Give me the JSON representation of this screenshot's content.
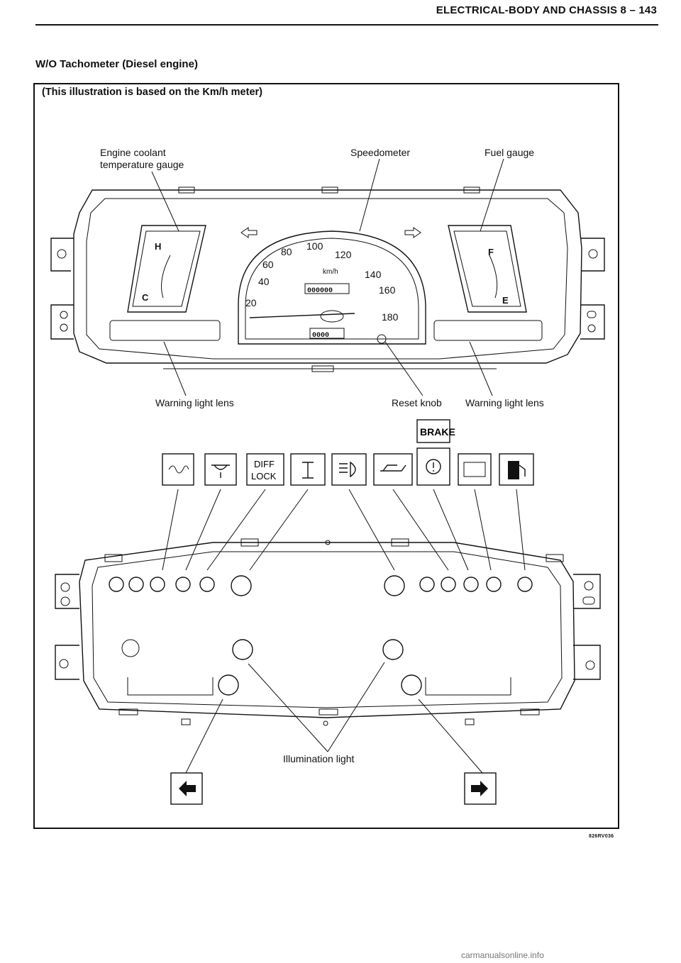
{
  "header": {
    "title": "ELECTRICAL-BODY AND CHASSIS 8 – 143"
  },
  "section": {
    "title": "W/O Tachometer (Diesel engine)"
  },
  "note": "(This illustration is based on the Km/h meter)",
  "labels": {
    "engine_coolant_line1": "Engine coolant",
    "engine_coolant_line2": "temperature gauge",
    "speedometer": "Speedometer",
    "fuel_gauge": "Fuel gauge",
    "warning_lens_left": "Warning light lens",
    "reset_knob": "Reset knob",
    "warning_lens_right": "Warning light lens",
    "illumination_light": "Illumination light"
  },
  "gauge_text": {
    "temp_hot": "H",
    "temp_cold": "C",
    "fuel_full": "F",
    "fuel_empty": "E",
    "speed_ticks": [
      "20",
      "40",
      "60",
      "80",
      "100",
      "120",
      "140",
      "160",
      "180"
    ],
    "unit": "km/h",
    "odometer": "000000",
    "tripmeter": "0000"
  },
  "indicators": {
    "brake": "BRAKE",
    "diff_lock_line1": "DIFF",
    "diff_lock_line2": "LOCK",
    "icons": [
      "glow-plug-icon",
      "water-separator-icon",
      "diff-lock-icon",
      "4wd-icon",
      "headlight-high-beam-icon",
      "oil-pressure-icon",
      "brake-warning-icon",
      "charge-icon",
      "fuel-icon",
      "turn-left-icon",
      "turn-right-icon"
    ]
  },
  "figure_code": "826RV036",
  "footer": "carmanualsonline.info"
}
